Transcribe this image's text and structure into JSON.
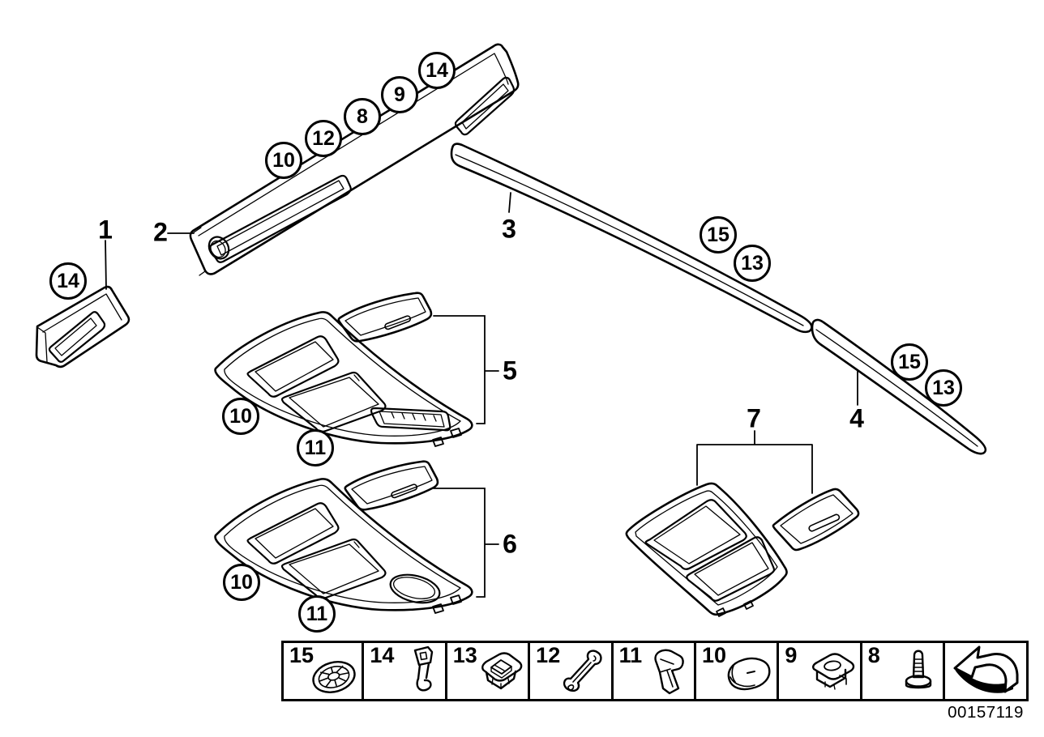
{
  "diagram": {
    "id": "00157119",
    "background_color": "#ffffff",
    "line_color": "#000000"
  },
  "callouts": {
    "plain": [
      {
        "label": "1"
      },
      {
        "label": "2"
      },
      {
        "label": "3"
      },
      {
        "label": "4"
      },
      {
        "label": "5"
      },
      {
        "label": "6"
      },
      {
        "label": "7"
      }
    ],
    "circled": [
      {
        "label": "14"
      },
      {
        "label": "9"
      },
      {
        "label": "8"
      },
      {
        "label": "12"
      },
      {
        "label": "10"
      },
      {
        "label": "14"
      },
      {
        "label": "15"
      },
      {
        "label": "13"
      },
      {
        "label": "15"
      },
      {
        "label": "13"
      },
      {
        "label": "10"
      },
      {
        "label": "11"
      },
      {
        "label": "10"
      },
      {
        "label": "11"
      }
    ]
  },
  "legend": {
    "cells": [
      {
        "number": "15",
        "icon": "round-grommet-icon"
      },
      {
        "number": "14",
        "icon": "bracket-clip-icon"
      },
      {
        "number": "13",
        "icon": "square-grommet-icon"
      },
      {
        "number": "12",
        "icon": "spring-clip-icon"
      },
      {
        "number": "11",
        "icon": "metal-clip-icon"
      },
      {
        "number": "10",
        "icon": "oval-cap-icon"
      },
      {
        "number": "9",
        "icon": "clip-nut-icon"
      },
      {
        "number": "8",
        "icon": "expanding-rivet-icon"
      }
    ],
    "nav_icon": "back-arrow-icon"
  }
}
